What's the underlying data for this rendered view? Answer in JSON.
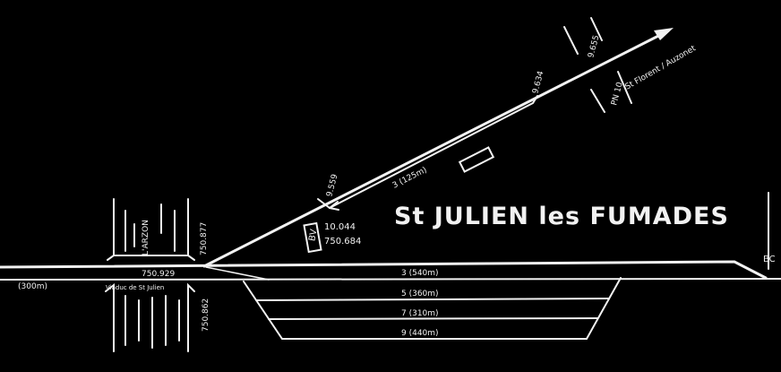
{
  "diagram": {
    "title": "St JULIEN les FUMADES",
    "colors": {
      "background": "#000000",
      "ink": "#f2f2f2"
    },
    "main_line": {
      "length_label": "(300m)",
      "km_switch": "750.929",
      "km_bridge_top": "750.877",
      "km_bridge_bottom": "750.862"
    },
    "bridge": {
      "river_label": "L'ARZON",
      "name_label": "Viaduc de St Julien"
    },
    "branch": {
      "km_left": "9.559",
      "km_right": "9.634",
      "km_pn": "9.655",
      "pn_label": "PN 10",
      "direction_label": "St Florent / Auzonet",
      "siding_label": "3 (125m)"
    },
    "station_building": {
      "label": "BV",
      "km_branch": "10.044",
      "km_main": "750.684"
    },
    "tracks": [
      {
        "label": "3 (540m)"
      },
      {
        "label": "5 (360m)"
      },
      {
        "label": "7 (310m)"
      },
      {
        "label": "9 (440m)"
      }
    ],
    "edge_label": "BC"
  }
}
